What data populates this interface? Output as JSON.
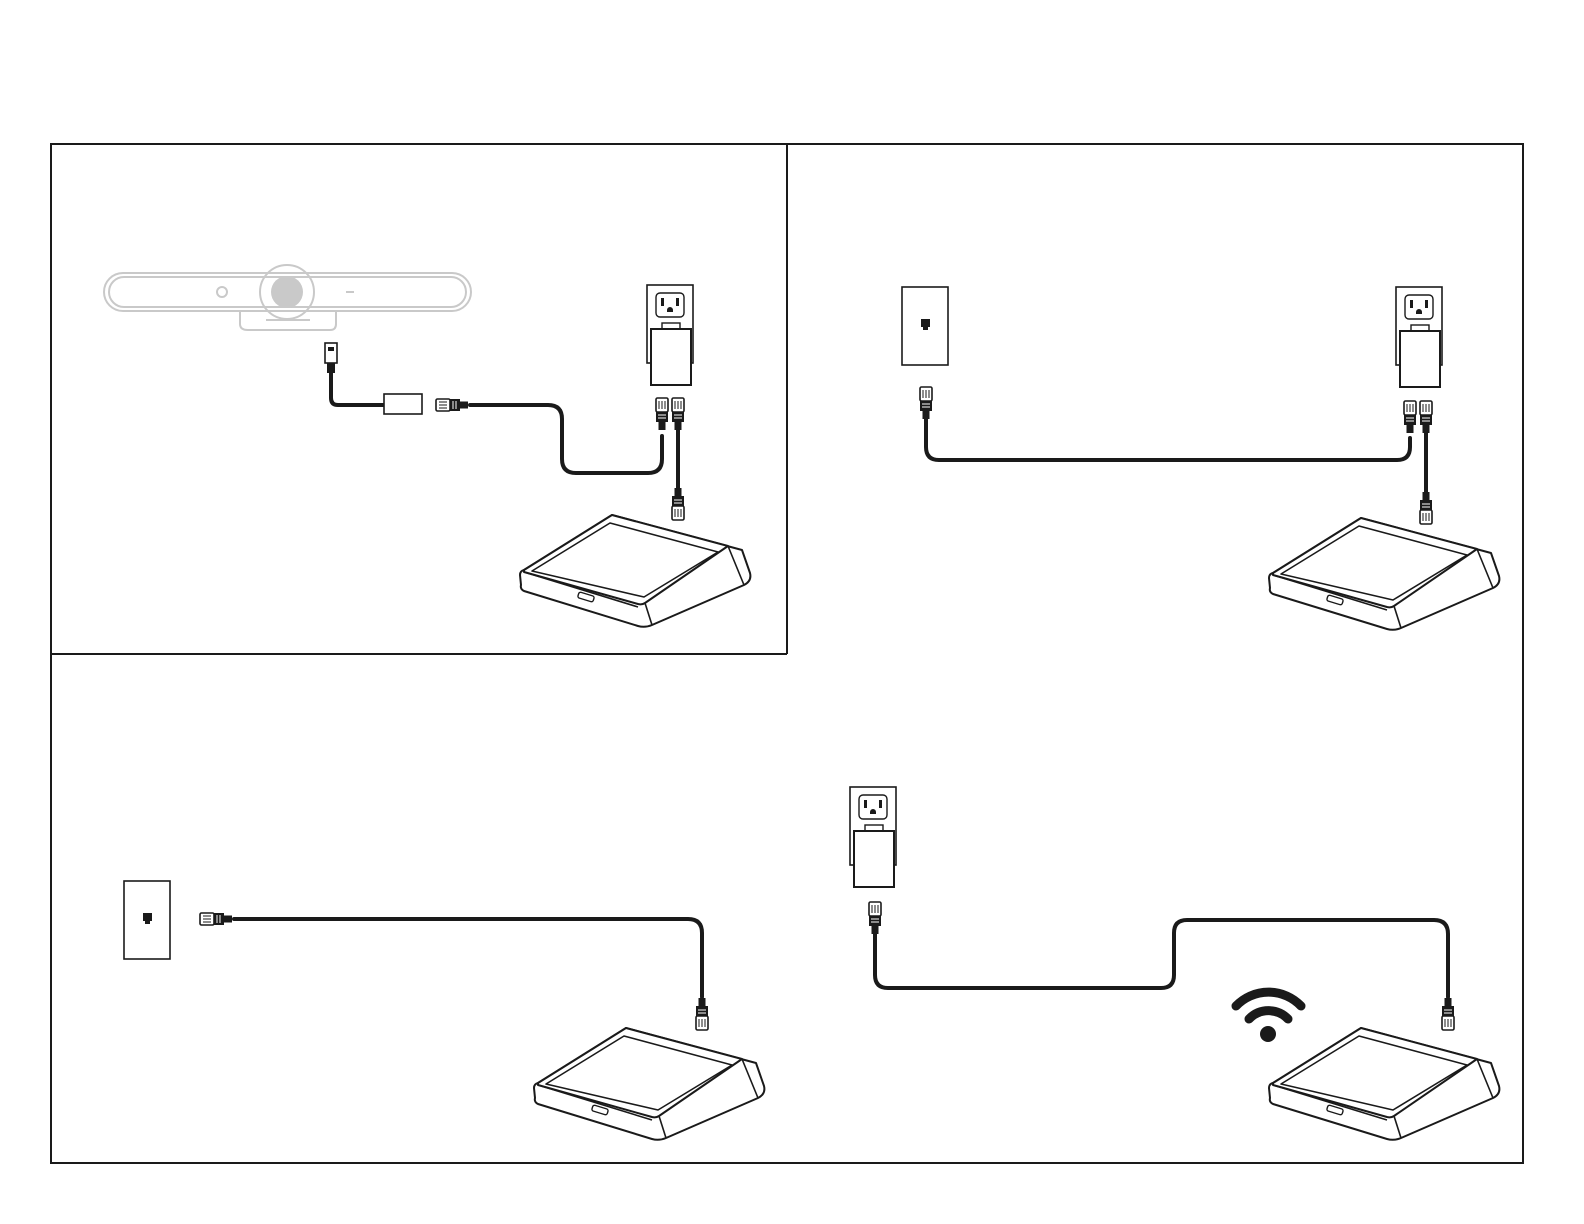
{
  "diagram": {
    "panels": [
      {
        "id": "panel-top-left",
        "devices": [
          "camera-bar",
          "usb-lan-adapter",
          "power-outlet-with-poe-injector",
          "touch-controller"
        ]
      },
      {
        "id": "panel-top-right",
        "devices": [
          "network-wall-jack",
          "power-outlet-with-poe-injector",
          "touch-controller"
        ]
      },
      {
        "id": "panel-bottom-left",
        "devices": [
          "network-wall-jack",
          "touch-controller"
        ]
      },
      {
        "id": "panel-bottom-right",
        "devices": [
          "power-outlet-with-poe-injector",
          "touch-controller",
          "wifi-icon"
        ]
      }
    ],
    "colors": {
      "line": "#1a1a1a",
      "camera": "#c9c9c9",
      "background": "#ffffff"
    }
  }
}
